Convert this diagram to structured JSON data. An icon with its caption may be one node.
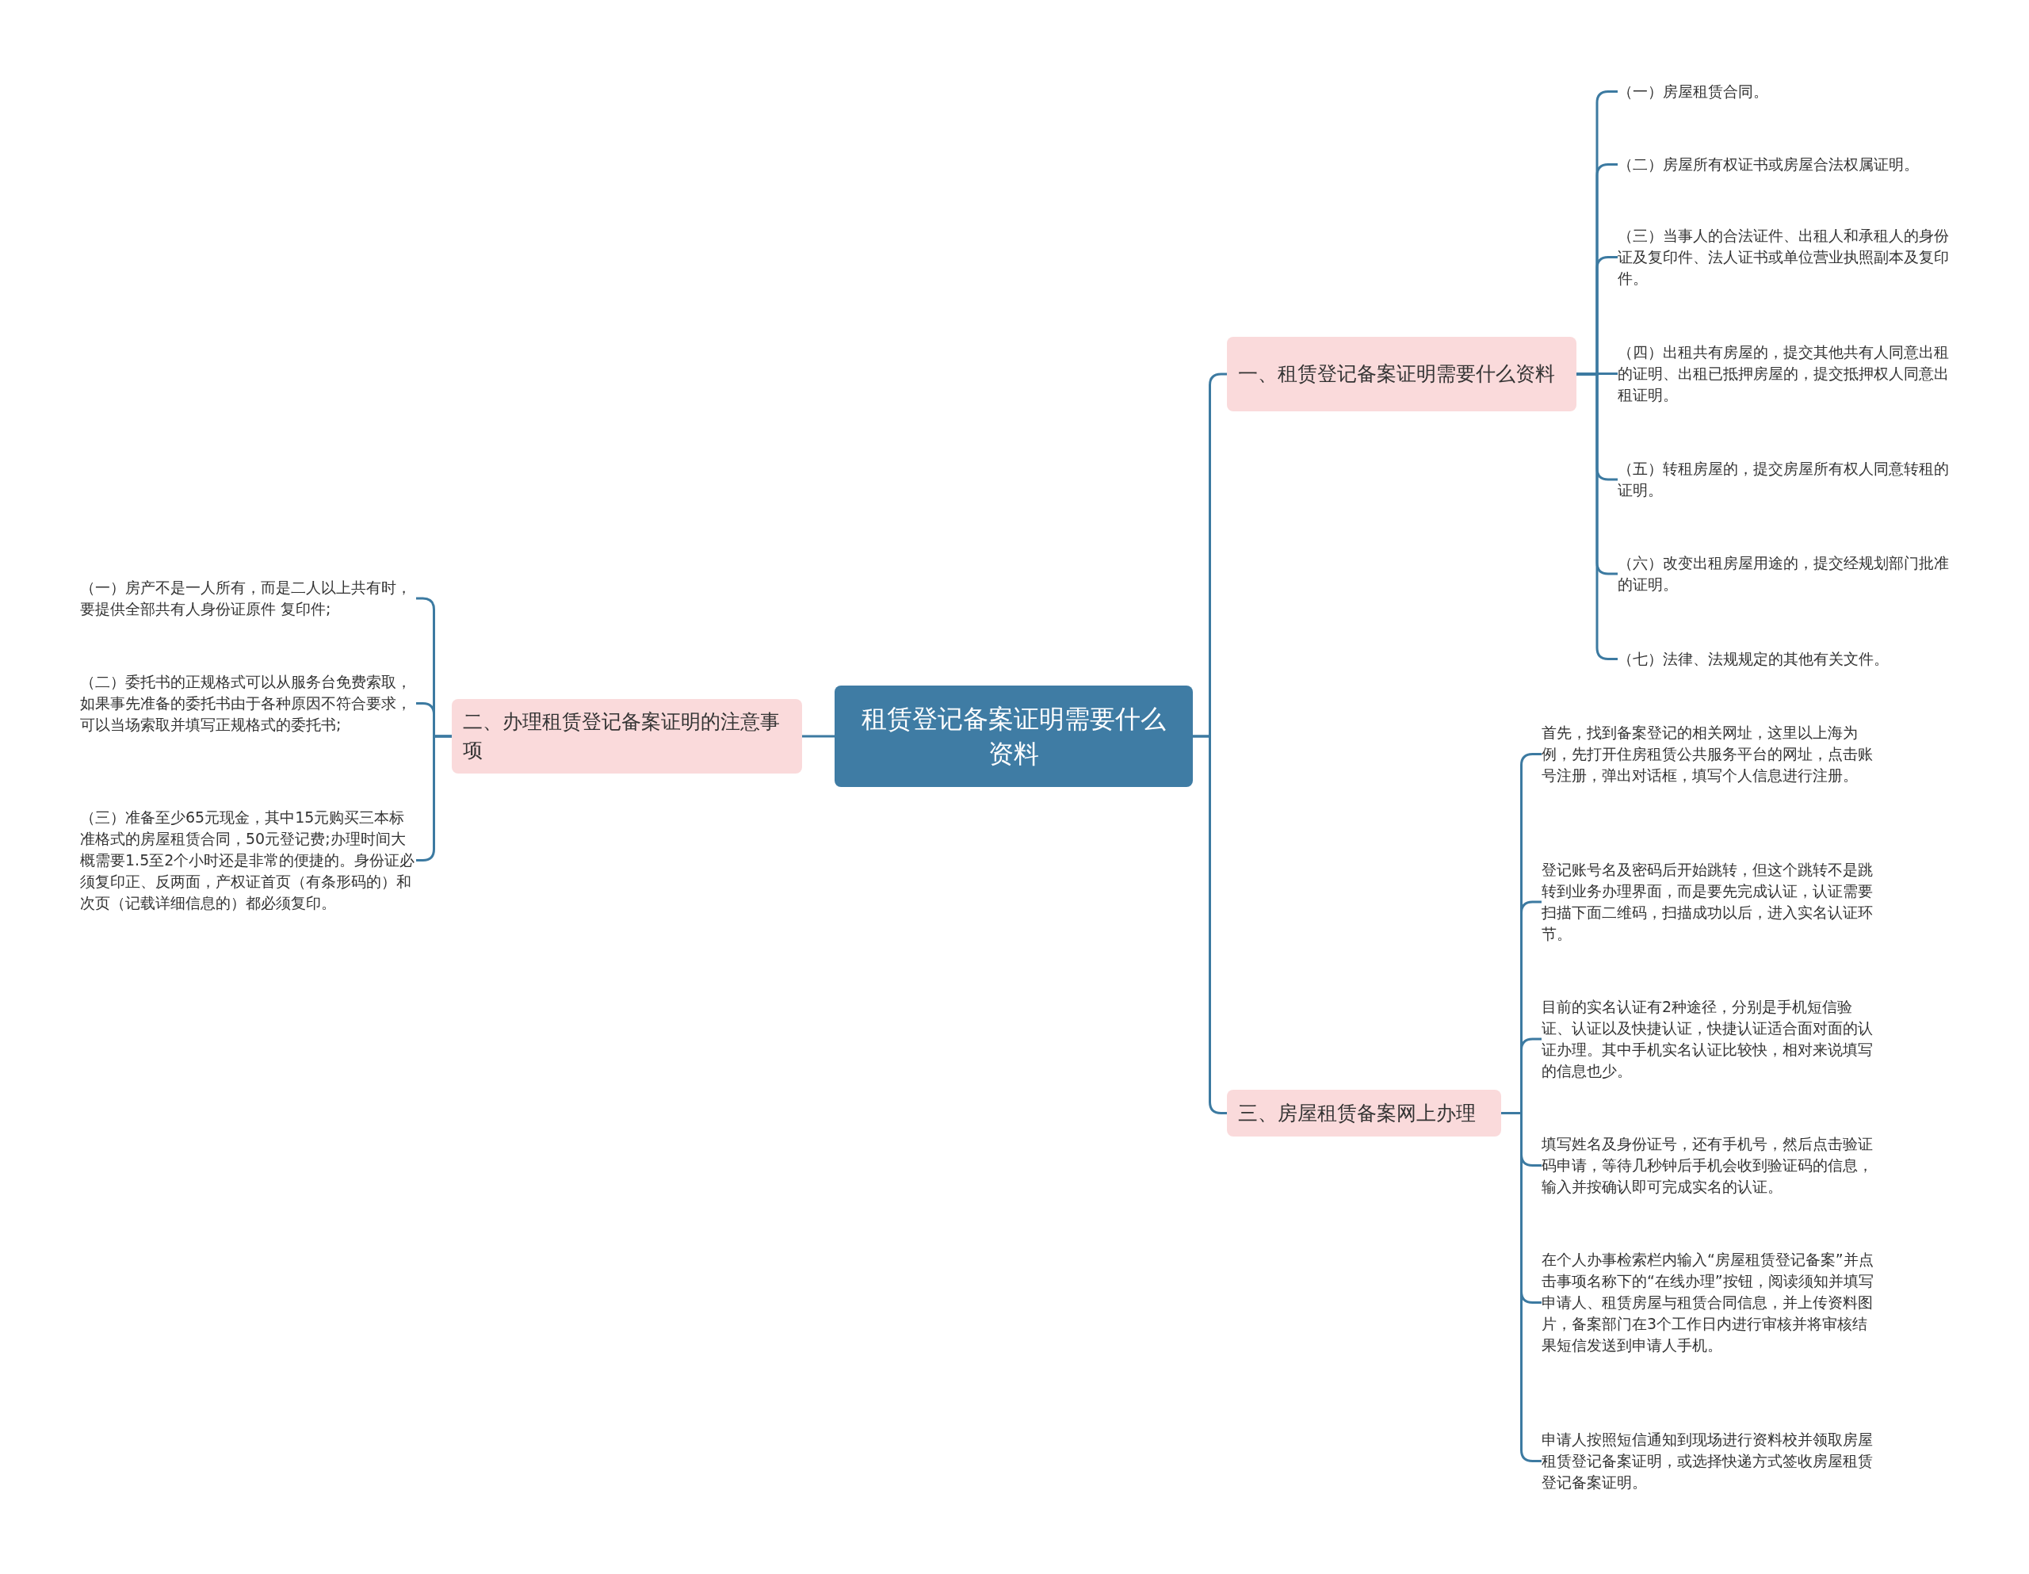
{
  "diagram": {
    "nodes": [
      {
        "text": [
          "租赁登记备案证明需要什么资料"
        ]
      },
      {
        "text": [
          "一、租赁登记备案证明需要什么资料"
        ]
      },
      {
        "text": [
          "（一）房屋租赁合同。"
        ]
      },
      {
        "text": [
          "（二）房屋所有权证书或房屋合法权属证明。"
        ]
      },
      {
        "text": [
          "（三）当事人的合法证件、出租人和承租人的身份证及复印件、法人证书或单位营业执照副本及复印件。"
        ]
      },
      {
        "text": [
          "（四）出租共有房屋的，提交其他共有人同意出租的证明、出租已抵押房屋的，提交抵押权人同意出租证明。"
        ]
      },
      {
        "text": [
          "（五）转租房屋的，提交房屋所有权人同意转租的证明。"
        ]
      },
      {
        "text": [
          "（六）改变出租房屋用途的，提交经规划部门批准的证明。"
        ]
      },
      {
        "text": [
          "（七）法律、法规规定的其他有关文件。"
        ]
      },
      {
        "text": [
          "二、办理租赁登记备案证明的注意事项"
        ]
      },
      {
        "text": [
          "（一）房产不是一人所有，而是二人以上共有时，要提供全部共有人身份证原件 复印件;"
        ]
      },
      {
        "text": [
          "（二）委托书的正规格式可以从服务台免费索取，如果事先准备的委托书由于各种原因不符合要求，可以当场索取并填写正规格式的委托书;"
        ]
      },
      {
        "text": [
          "（三）准备至少65元现金，其中15元购买三本标准格式的房屋租赁合同，50元登记费;办理时间大概需要1.5至2个小时还是非常的便捷的。身份证必须复印正、反两面，产权证首页（有条形码的）和次页（记载详细信息的）都必须复印。"
        ]
      },
      {
        "text": [
          "三、房屋租赁备案网上办理"
        ]
      },
      {
        "text": [
          "首先，找到备案登记的相关网址，这里以上海为例，先打开住房租赁公共服务平台的网址，点击账号注册，弹出对话框，填写个人信息进行注册。"
        ]
      },
      {
        "text": [
          "登记账号名及密码后开始跳转，但这个跳转不是跳转到业务办理界面，而是要先完成认证，认证需要扫描下面二维码，扫描成功以后，进入实名认证环节。"
        ]
      },
      {
        "text": [
          "目前的实名认证有2种途径，分别是手机短信验证、认证以及快捷认证，快捷认证适合面对面的认证办理。其中手机实名认证比较快，相对来说填写的信息也少。"
        ]
      },
      {
        "text": [
          "填写姓名及身份证号，还有手机号，然后点击验证码申请，等待几秒钟后手机会收到验证码的信息，输入并按确认即可完成实名的认证。"
        ]
      },
      {
        "text": [
          "在个人办事检索栏内输入“房屋租赁登记备案”并点击事项名称下的“在线办理”按钮，阅读须知并填写申请人、租赁房屋与租赁合同信息，并上传资料图片，备案部门在3个工作日内进行审核并将审核结果短信发送到申请人手机。"
        ]
      },
      {
        "text": [
          "申请人按照短信通知到现场进行资料校并领取房屋租赁登记备案证明，或选择快递方式签收房屋租赁登记备案证明。"
        ]
      }
    ],
    "edges": [
      {
        "from": 0,
        "to": 1,
        "arrow": "none"
      },
      {
        "from": 1,
        "to": 2,
        "arrow": "none"
      },
      {
        "from": 1,
        "to": 3,
        "arrow": "none"
      },
      {
        "from": 1,
        "to": 4,
        "arrow": "none"
      },
      {
        "from": 1,
        "to": 5,
        "arrow": "none"
      },
      {
        "from": 1,
        "to": 6,
        "arrow": "none"
      },
      {
        "from": 1,
        "to": 7,
        "arrow": "none"
      },
      {
        "from": 1,
        "to": 8,
        "arrow": "none"
      },
      {
        "from": 0,
        "to": 9,
        "arrow": "none"
      },
      {
        "from": 9,
        "to": 10,
        "arrow": "none"
      },
      {
        "from": 9,
        "to": 11,
        "arrow": "none"
      },
      {
        "from": 9,
        "to": 12,
        "arrow": "none"
      },
      {
        "from": 0,
        "to": 13,
        "arrow": "none"
      },
      {
        "from": 13,
        "to": 14,
        "arrow": "none"
      },
      {
        "from": 13,
        "to": 15,
        "arrow": "none"
      },
      {
        "from": 13,
        "to": 16,
        "arrow": "none"
      },
      {
        "from": 13,
        "to": 17,
        "arrow": "none"
      },
      {
        "from": 13,
        "to": 18,
        "arrow": "none"
      },
      {
        "from": 13,
        "to": 19,
        "arrow": "none"
      }
    ]
  }
}
